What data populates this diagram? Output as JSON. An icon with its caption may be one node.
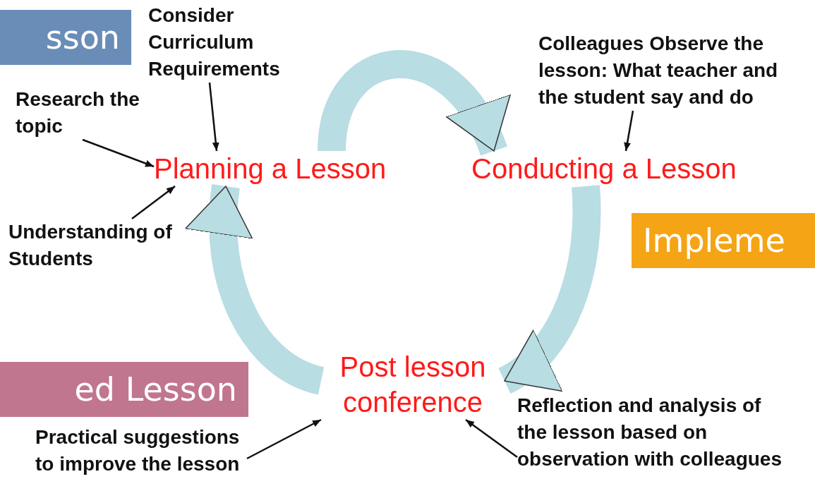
{
  "diagram": {
    "nodes": [
      {
        "text": [
          "sson"
        ]
      },
      {
        "text": [
          "Consider Curriculum Requirements"
        ]
      },
      {
        "text": [
          "Research the topic"
        ]
      },
      {
        "text": [
          "Planning a Lesson"
        ]
      },
      {
        "text": [
          "Colleagues Observe the lesson: What teacher and the student say and do"
        ]
      },
      {
        "text": [
          "Conducting a Lesson"
        ]
      },
      {
        "text": [
          "Impleme"
        ]
      },
      {
        "text": [
          "Understanding of Students"
        ]
      },
      {
        "text": [
          "Post lesson conference"
        ]
      },
      {
        "text": [
          "ed Lesson"
        ]
      },
      {
        "text": [
          "Practical suggestions to improve the lesson"
        ]
      },
      {
        "text": [
          "Reflection and analysis of the lesson based on observation with colleagues"
        ]
      }
    ],
    "edges": [
      {
        "from": 3,
        "to": 5,
        "arrow": "to",
        "style": "thick",
        "color": "#b8dde3"
      },
      {
        "from": 5,
        "to": 8,
        "arrow": "to",
        "style": "thick",
        "color": "#b8dde3"
      },
      {
        "from": 8,
        "to": 3,
        "arrow": "to",
        "style": "thick",
        "color": "#b8dde3"
      },
      {
        "from": 1,
        "to": 3,
        "arrow": "to"
      },
      {
        "from": 2,
        "to": 3,
        "arrow": "to"
      },
      {
        "from": 7,
        "to": 3,
        "arrow": "to"
      },
      {
        "from": 4,
        "to": 5,
        "arrow": "to"
      },
      {
        "from": 10,
        "to": 8,
        "arrow": "to"
      },
      {
        "from": 11,
        "to": 8,
        "arrow": "to"
      }
    ]
  }
}
